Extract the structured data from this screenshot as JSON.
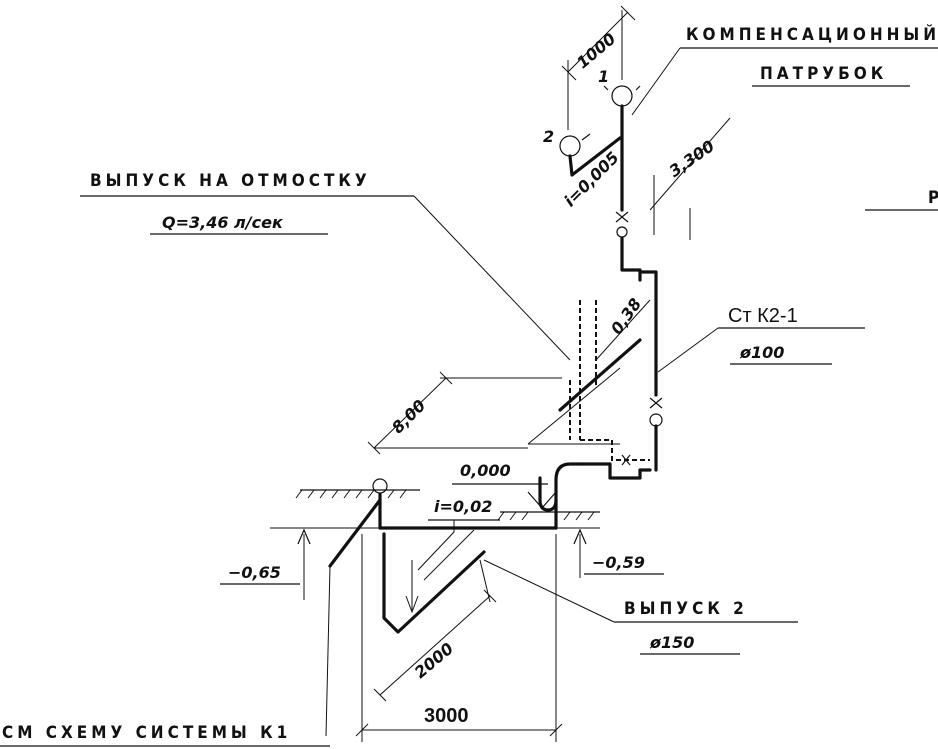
{
  "labels": {
    "compensator_line1": "КОМПЕНСАЦИОННЫЙ",
    "compensator_line2": "ПАТРУБОК",
    "outlet_line1": "ВЫПУСК НА ОТМОСТКУ",
    "outlet_flow": "Q=3,46 л/сек",
    "riser_name": "Ст К2-1",
    "riser_diameter": "ø100",
    "outlet2_line1": "ВЫПУСК 2",
    "outlet2_diameter": "ø150",
    "see_scheme": "СМ СХЕМУ СИСТЕМЫ К1",
    "cut_letter": "Р"
  },
  "dimensions": {
    "d1000": "1000",
    "d3300": "3,300",
    "d038": "0,38",
    "d800": "8,00",
    "d2000": "2000",
    "d3000": "3000",
    "level_0": "0,000",
    "level_065": "−0,65",
    "level_059": "−0,59",
    "slope_0005": "i=0,005",
    "slope_002": "i=0,02"
  },
  "markers": {
    "m1": "1",
    "m2": "2"
  }
}
